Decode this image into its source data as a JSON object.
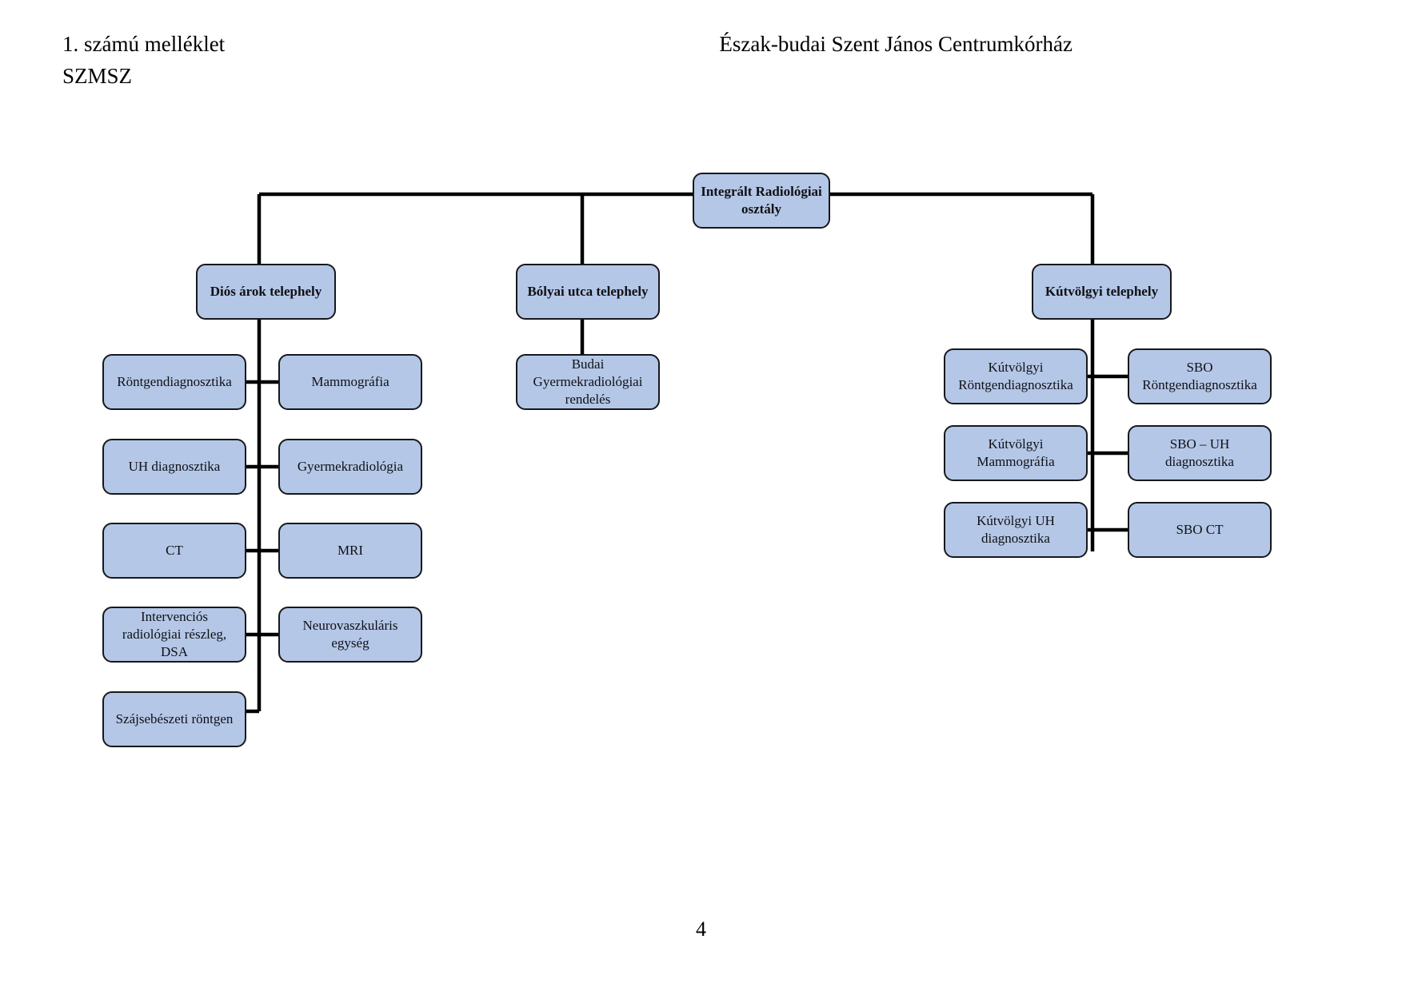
{
  "header": {
    "left_line1": "1. számú melléklet",
    "left_line2": "SZMSZ",
    "right": "Észak-budai Szent János Centrumkórház"
  },
  "footer": {
    "page_number": "4"
  },
  "colors": {
    "node_fill": "#b4c7e7",
    "node_border": "#17181c",
    "connector": "#000000",
    "page_background": "#ffffff",
    "text": "#101014"
  },
  "chart_data": {
    "type": "diagram",
    "diagram_kind": "organization-chart",
    "title": "Integrált Radiológiai osztály",
    "root": {
      "id": "root",
      "label": "Integrált Radiológiai osztály",
      "bold": true
    },
    "sites": [
      {
        "id": "site-dios-arok",
        "label": "Diós árok telephely",
        "bold": true,
        "units_left": [
          "Röntgendiagnosztika",
          "UH diagnosztika",
          "CT",
          "Intervenciós radiológiai részleg, DSA",
          "Szájsebészeti röntgen"
        ],
        "units_right": [
          "Mammográfia",
          "Gyermekradiológia",
          "MRI",
          "Neurovaszkuláris egység"
        ]
      },
      {
        "id": "site-bolyai-utca",
        "label": "Bólyai utca telephely",
        "bold": true,
        "units_left": [
          "Budai Gyermekradiológiai rendelés"
        ],
        "units_right": []
      },
      {
        "id": "site-kutvolgyi",
        "label": "Kútvölgyi telephely",
        "bold": true,
        "units_left": [
          "Kútvölgyi Röntgendiagnosztika",
          "Kútvölgyi Mammográfia",
          "Kútvölgyi UH diagnosztika"
        ],
        "units_right": [
          "SBO Röntgendiagnosztika",
          "SBO – UH diagnosztika",
          "SBO CT"
        ]
      }
    ],
    "nodes": [
      {
        "key": "root",
        "label": "Integrált Radiológiai osztály"
      },
      {
        "key": "s1",
        "label": "Diós árok telephely"
      },
      {
        "key": "s2",
        "label": "Bólyai utca telephely"
      },
      {
        "key": "s3",
        "label": "Kútvölgyi telephely"
      },
      {
        "key": "d1",
        "label": "Röntgendiagnosztika"
      },
      {
        "key": "d2",
        "label": "Mammográfia"
      },
      {
        "key": "d3",
        "label": "UH diagnosztika"
      },
      {
        "key": "d4",
        "label": "Gyermekradiológia"
      },
      {
        "key": "d5",
        "label": "CT"
      },
      {
        "key": "d6",
        "label": "MRI"
      },
      {
        "key": "d7",
        "label": "Intervenciós radiológiai részleg, DSA"
      },
      {
        "key": "d8",
        "label": "Neurovaszkuláris egység"
      },
      {
        "key": "d9",
        "label": "Szájsebészeti röntgen"
      },
      {
        "key": "b1",
        "label": "Budai Gyermekradiológiai rendelés"
      },
      {
        "key": "k1",
        "label": "Kútvölgyi Röntgendiagnosztika"
      },
      {
        "key": "k2",
        "label": "SBO Röntgendiagnosztika"
      },
      {
        "key": "k3",
        "label": "Kútvölgyi Mammográfia"
      },
      {
        "key": "k4",
        "label": "SBO – UH diagnosztika"
      },
      {
        "key": "k5",
        "label": "Kútvölgyi UH diagnosztika"
      },
      {
        "key": "k6",
        "label": "SBO CT"
      }
    ],
    "edges": [
      [
        "root",
        "s1"
      ],
      [
        "root",
        "s2"
      ],
      [
        "root",
        "s3"
      ],
      [
        "s1",
        "d1"
      ],
      [
        "s1",
        "d2"
      ],
      [
        "s1",
        "d3"
      ],
      [
        "s1",
        "d4"
      ],
      [
        "s1",
        "d5"
      ],
      [
        "s1",
        "d6"
      ],
      [
        "s1",
        "d7"
      ],
      [
        "s1",
        "d8"
      ],
      [
        "s1",
        "d9"
      ],
      [
        "s2",
        "b1"
      ],
      [
        "s3",
        "k1"
      ],
      [
        "s3",
        "k2"
      ],
      [
        "s3",
        "k3"
      ],
      [
        "s3",
        "k4"
      ],
      [
        "s3",
        "k5"
      ],
      [
        "s3",
        "k6"
      ]
    ]
  }
}
